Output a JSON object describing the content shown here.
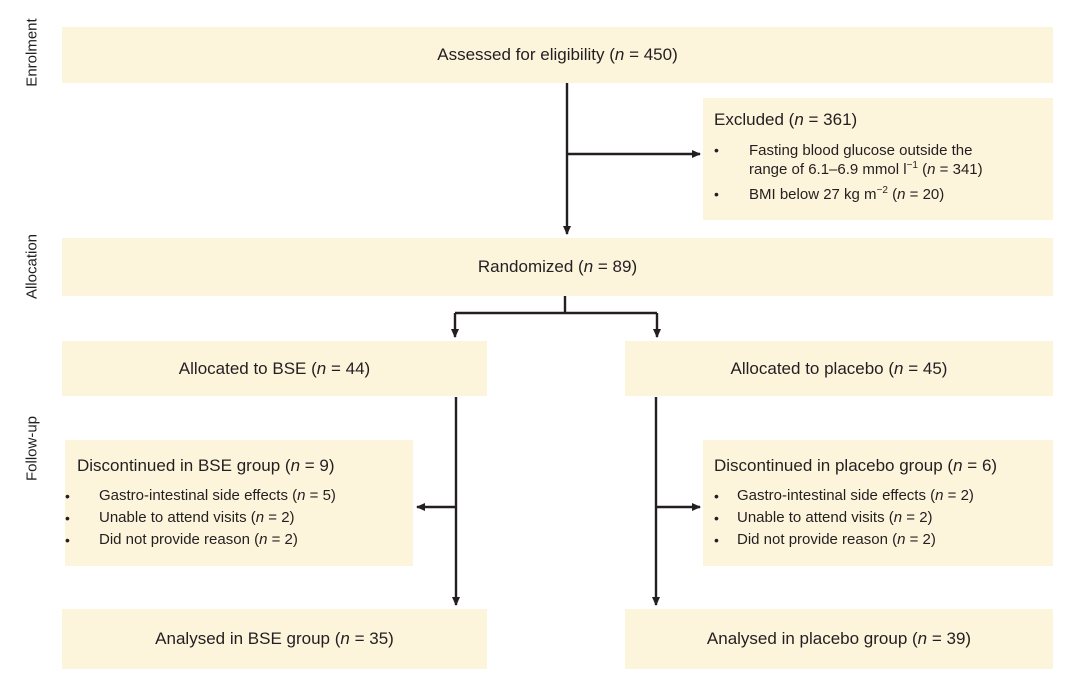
{
  "stages": {
    "enrolment": "Enrolment",
    "allocation": "Allocation",
    "follow_up": "Follow-up"
  },
  "assessed": {
    "label": "Assessed for eligibility (",
    "n_var": "n",
    "value": " = 450)"
  },
  "excluded": {
    "title_prefix": "Excluded (",
    "n_var": "n",
    "title_suffix": " = 361)",
    "reasons": [
      {
        "line1": "Fasting blood glucose outside the",
        "line2": "range of 6.1–6.9 mmol l",
        "sup": "−1",
        "tail_open": " (",
        "n_var": "n",
        "tail": " = 341)"
      },
      {
        "line1": "BMI below 27 kg m",
        "sup": "−2",
        "tail_open": " (",
        "n_var": "n",
        "tail": " = 20)"
      }
    ]
  },
  "randomized": {
    "label": "Randomized (",
    "n_var": "n",
    "value": " = 89)"
  },
  "bse": {
    "allocated": {
      "label": "Allocated to BSE (",
      "n_var": "n",
      "value": " = 44)"
    },
    "discontinued": {
      "title": "Discontinued in BSE group (",
      "n_var": "n",
      "value": " = 9)",
      "reasons": [
        {
          "text": "Gastro-intestinal side effects (",
          "n_var": "n",
          "value": " = 5)"
        },
        {
          "text": "Unable to attend visits (",
          "n_var": "n",
          "value": " = 2)"
        },
        {
          "text": "Did not provide reason (",
          "n_var": "n",
          "value": " = 2)"
        }
      ]
    },
    "analysed": {
      "label": "Analysed in BSE group (",
      "n_var": "n",
      "value": " = 35)"
    }
  },
  "placebo": {
    "allocated": {
      "label": "Allocated to placebo (",
      "n_var": "n",
      "value": " = 45)"
    },
    "discontinued": {
      "title": "Discontinued in placebo group (",
      "n_var": "n",
      "value": " = 6)",
      "reasons": [
        {
          "text": "Gastro-intestinal side effects (",
          "n_var": "n",
          "value": " = 2)"
        },
        {
          "text": "Unable to attend visits (",
          "n_var": "n",
          "value": " = 2)"
        },
        {
          "text": "Did not provide reason (",
          "n_var": "n",
          "value": " = 2)"
        }
      ]
    },
    "analysed": {
      "label": "Analysed in placebo group (",
      "n_var": "n",
      "value": " = 39)"
    }
  },
  "colors": {
    "box_fill": "#fdf4dc",
    "line": "#231f20",
    "text": "#231f20"
  }
}
